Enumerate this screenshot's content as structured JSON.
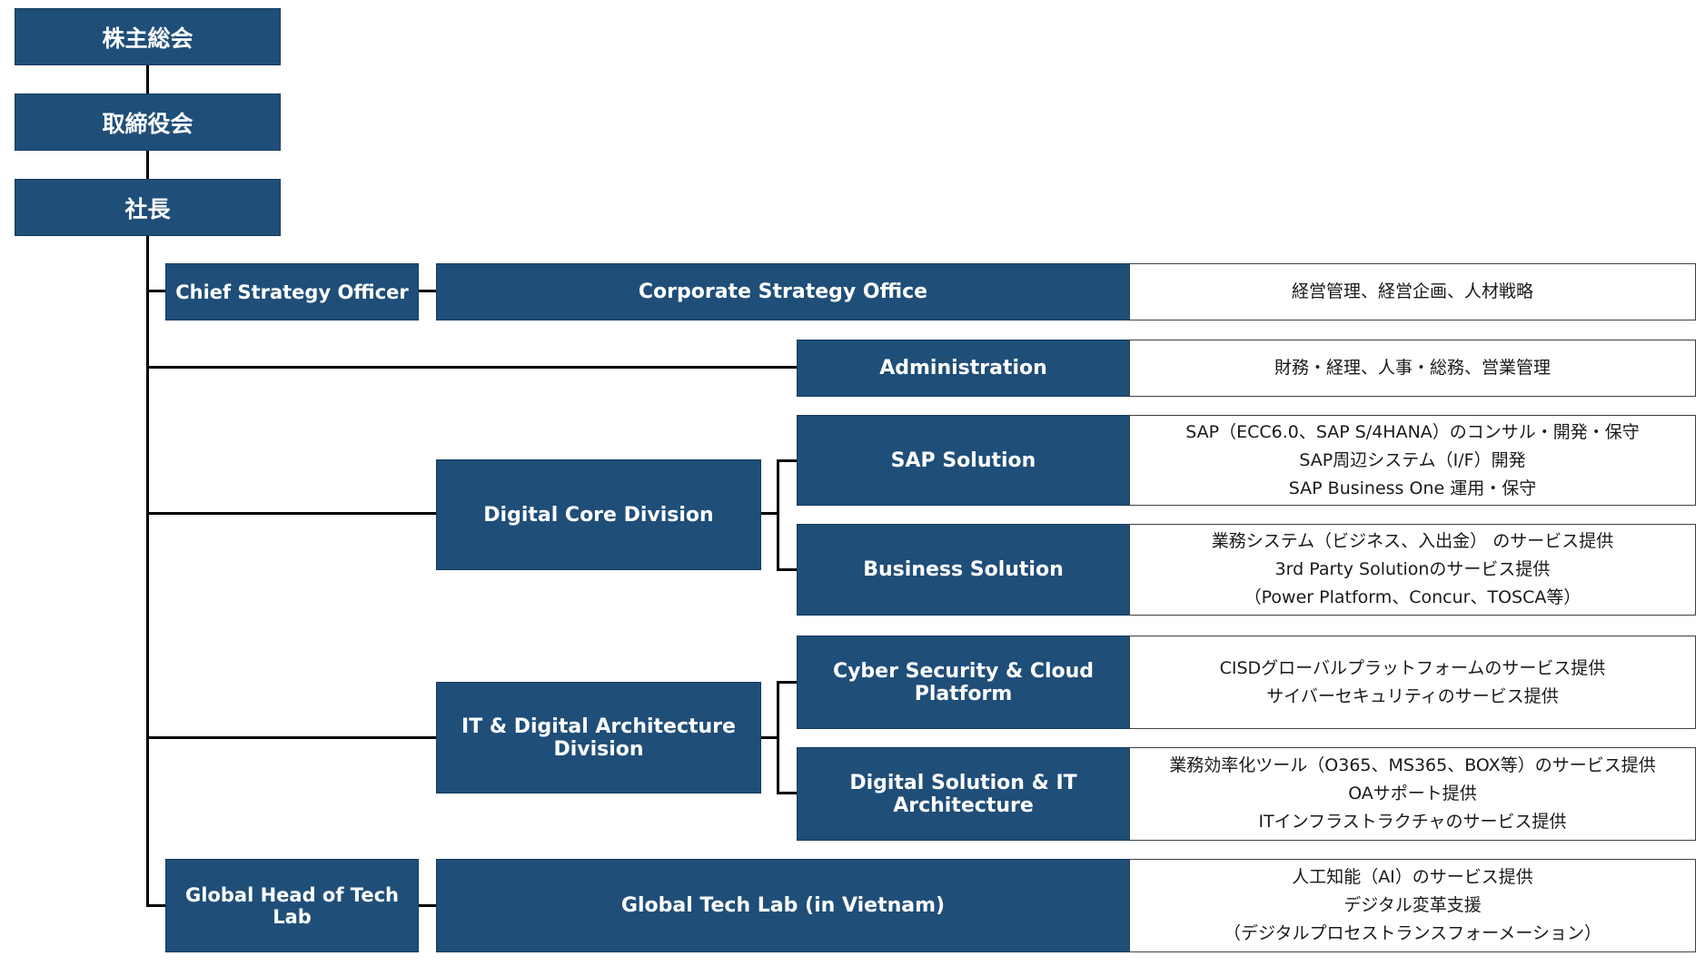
{
  "top_chain": {
    "shareholders": "株主総会",
    "board": "取締役会",
    "president": "社長"
  },
  "officers": {
    "cso": "Chief Strategy Officer",
    "tech_lab_head": "Global Head of Tech Lab"
  },
  "units": {
    "corporate_strategy": {
      "name": "Corporate Strategy Office",
      "desc": [
        "経営管理、経営企画、人材戦略"
      ]
    },
    "administration": {
      "name": "Administration",
      "desc": [
        "財務・経理、人事・総務、営業管理"
      ]
    },
    "digital_core": {
      "name": "Digital Core Division"
    },
    "sap_solution": {
      "name": "SAP Solution",
      "desc": [
        "SAP（ECC6.0、SAP S/4HANA）のコンサル・開発・保守",
        "SAP周辺システム（I/F）開発",
        "SAP  Business One 運用・保守"
      ]
    },
    "business_solution": {
      "name": "Business Solution",
      "desc": [
        "業務システム（ビジネス、入出金） のサービス提供",
        "3rd Party Solutionのサービス提供",
        "（Power Platform、Concur、TOSCA等）"
      ]
    },
    "it_digital_arch": {
      "name": "IT & Digital Architecture Division"
    },
    "cyber_security": {
      "name": "Cyber Security & Cloud Platform",
      "desc": [
        "CISDグローバルプラットフォームのサービス提供",
        "サイバーセキュリティのサービス提供"
      ]
    },
    "digital_solution": {
      "name": "Digital Solution & IT Architecture",
      "desc": [
        "業務効率化ツール（O365、MS365、BOX等）のサービス提供",
        "OAサポート提供",
        "ITインフラストラクチャのサービス提供"
      ]
    },
    "global_tech_lab": {
      "name": "Global Tech Lab (in Vietnam)",
      "desc": [
        "人工知能（AI）のサービス提供",
        "デジタル変革支援",
        "（デジタルプロセストランスフォーメーション）"
      ]
    }
  }
}
